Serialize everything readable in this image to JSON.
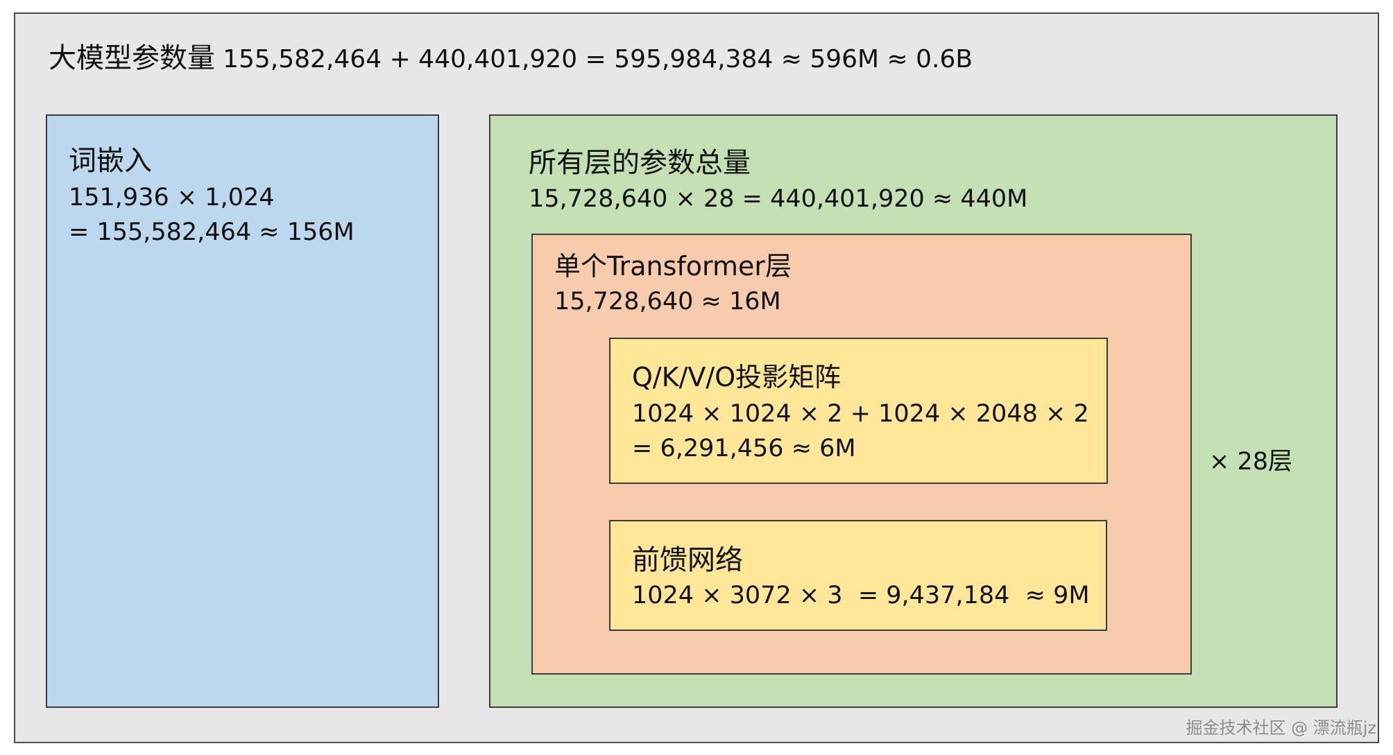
{
  "title": {
    "label": "大模型参数量",
    "formula": "155,582,464 + 440,401,920 = 595,984,384 ≈ 596M ≈ 0.6B"
  },
  "embedding": {
    "title": "词嵌入",
    "line1": "151,936 × 1,024",
    "line2": "= 155,582,464 ≈ 156M",
    "color": "#bdd7ee"
  },
  "all_layers": {
    "title": "所有层的参数总量",
    "formula": "15,728,640 × 28 = 440,401,920 ≈ 440M",
    "multiplier": "× 28层",
    "color": "#c5e0b4"
  },
  "single_layer": {
    "title": "单个Transformer层",
    "formula": "15,728,640 ≈ 16M",
    "color": "#f8cbad"
  },
  "qkvo": {
    "title": "Q/K/V/O投影矩阵",
    "line1": "1024 × 1024 × 2 + 1024 × 2048 × 2",
    "line2": "= 6,291,456 ≈ 6M",
    "color": "#ffe699"
  },
  "ffn": {
    "title": "前馈网络",
    "formula": "1024 × 3072 × 3  = 9,437,184  ≈ 9M",
    "color": "#ffe699"
  },
  "watermark": "掘金技术社区 @ 漂流瓶jz",
  "colors": {
    "background": "#e7e7e7",
    "border": "#3c3c3c"
  }
}
